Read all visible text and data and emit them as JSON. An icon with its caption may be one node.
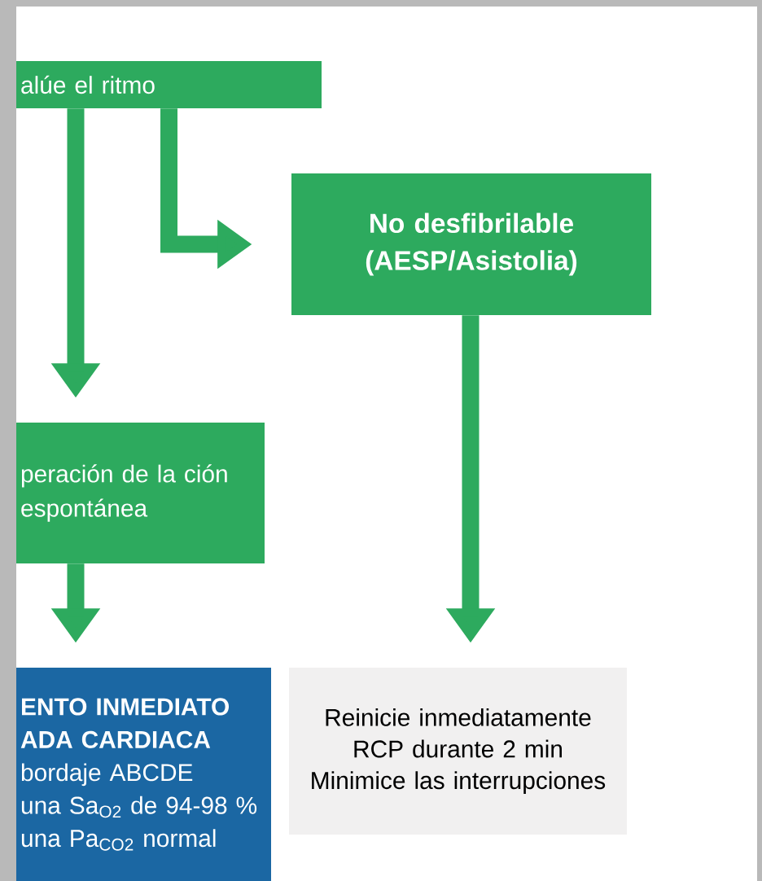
{
  "diagram": {
    "nodes": [
      {
        "text": [
          "alúe el ritmo"
        ]
      },
      {
        "text": [
          "No desfibrilable (AESP/Asistolia)"
        ]
      },
      {
        "text": [
          "peración de la ción espontánea"
        ]
      },
      {
        "text": [
          "ENTO INMEDIATO ADA CARDIACA",
          "bordaje ABCDE",
          "una Sa$_{O2}$ de 94-98 %",
          "una Pa$_{CO2}$ normal"
        ]
      },
      {
        "text": [
          "Reinicie inmediatamente RCP durante 2 min",
          "Minimice las interrupciones"
        ]
      }
    ],
    "edges": [
      {
        "from": 0,
        "to": 2,
        "arrow": "to"
      },
      {
        "from": 0,
        "to": 1,
        "arrow": "to"
      },
      {
        "from": 2,
        "to": 3,
        "arrow": "to"
      },
      {
        "from": 1,
        "to": 4,
        "arrow": "to"
      }
    ]
  }
}
